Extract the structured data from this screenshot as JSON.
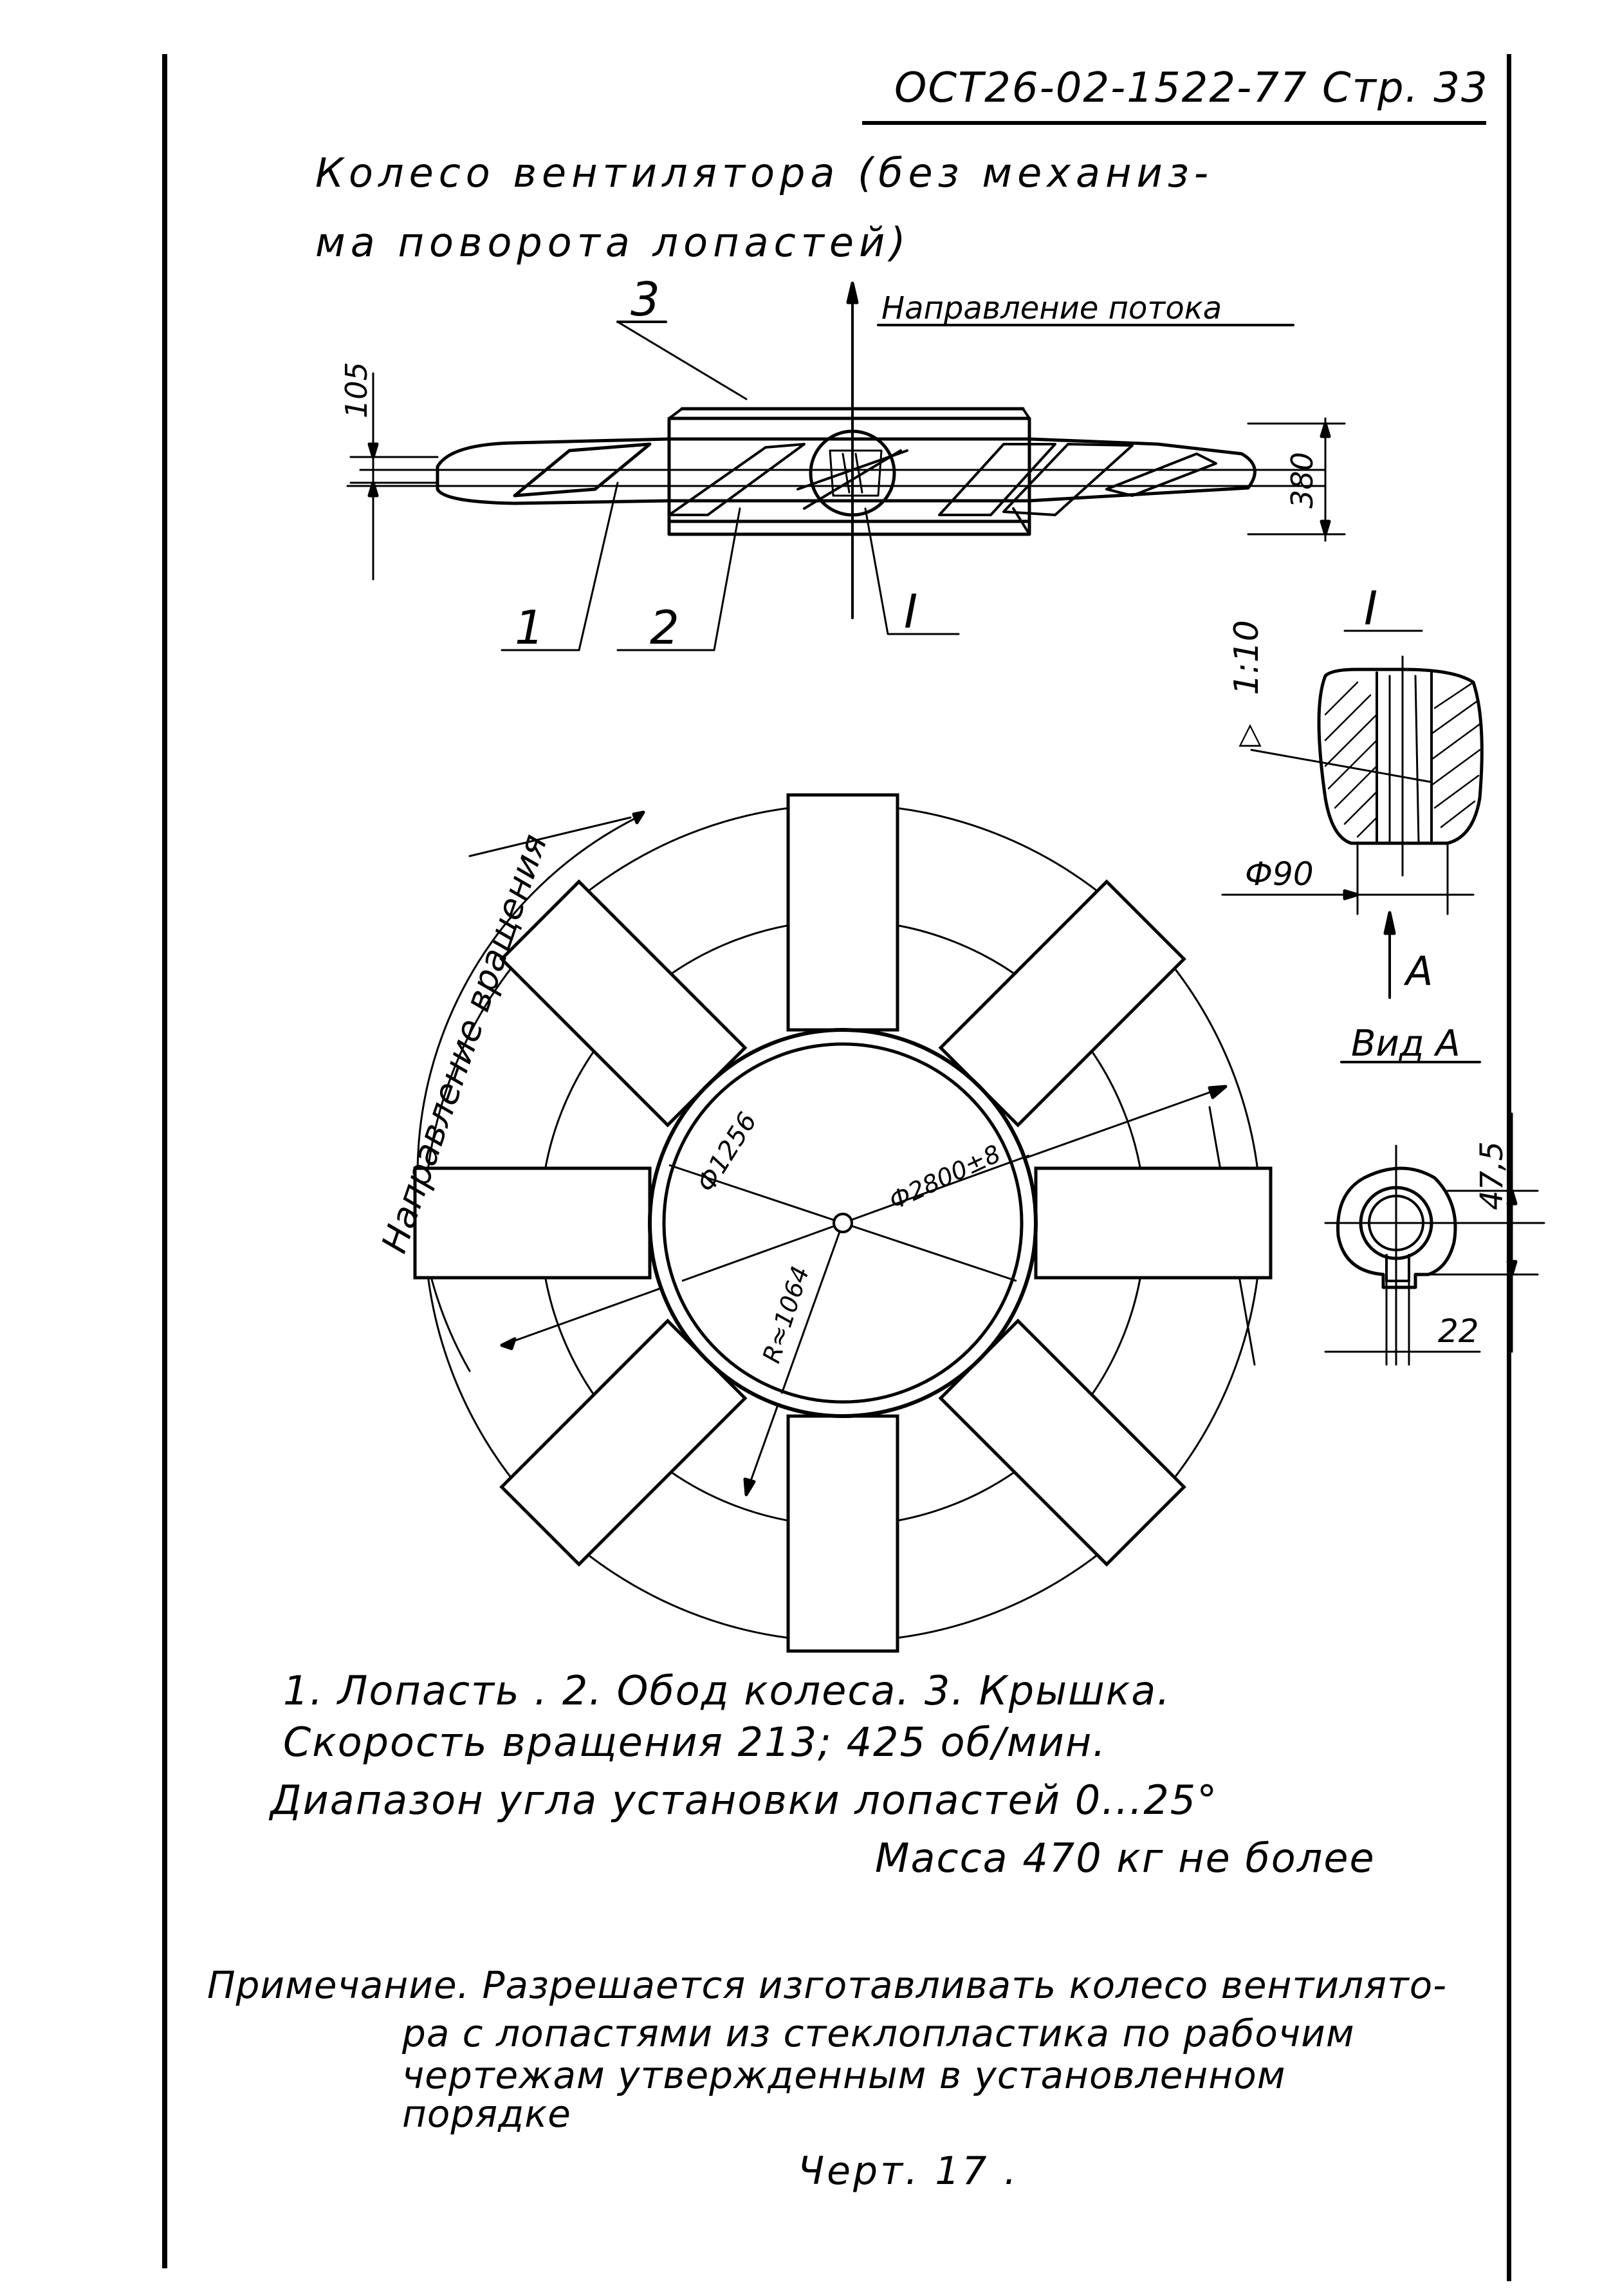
{
  "header": {
    "doc_code": "ОСТ26-02-1522-77 Стр. 33"
  },
  "title": {
    "line1": "Колесо вентилятора (без механиз-",
    "line2": "ма поворота лопастей)"
  },
  "side_view": {
    "flow_label": "Направление потока",
    "dim_105": "105",
    "dim_380": "380",
    "callout_1": "1",
    "callout_2": "2",
    "callout_3": "3",
    "callout_detail": "I"
  },
  "detail_I": {
    "title": "I",
    "taper": "1:10",
    "taper_symbol": "▷",
    "dia": "Ф90",
    "arrow_label": "A"
  },
  "view_A": {
    "title": "Вид А",
    "dim_47_5": "47,5",
    "dim_22": "22"
  },
  "top_view": {
    "rotation_label": "Направление вращения",
    "dia_1256": "Ф1256",
    "dia_2800": "Ф2800±8",
    "r_1064": "R≈1064"
  },
  "captions": {
    "parts": "1. Лопасть . 2. Обод колеса. 3. Крышка.",
    "speed": "Скорость вращения 213; 425 об/мин.",
    "angle": "Диапазон угла установки лопастей 0...25°",
    "mass": "Масса 470 кг не более"
  },
  "note": {
    "line1": "Примечание. Разрешается изготавливать колесо вентилято-",
    "line2": "ра с лопастями из стеклопластика по рабочим",
    "line3": "чертежам утвержденным в установленном",
    "line4": "порядке"
  },
  "drawing_no": "Черт. 17 ."
}
